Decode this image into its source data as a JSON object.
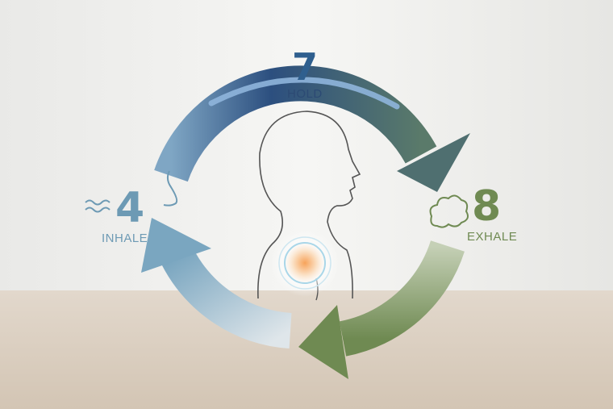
{
  "phases": [
    {
      "key": "hold",
      "count": "7",
      "label": "HOLD",
      "color": "#2f5f8e",
      "icon": "none"
    },
    {
      "key": "inhale",
      "count": "4",
      "label": "INHALE",
      "color": "#6d9ab4",
      "icon": "wave-icon"
    },
    {
      "key": "exhale",
      "count": "8",
      "label": "EXHALE",
      "color": "#6f8a52",
      "icon": "cloud-icon"
    }
  ],
  "colors": {
    "hold_arrow": "#2c4f7f",
    "inhale_arrow": "#7aa6c0",
    "exhale_arrow": "#738f5a",
    "table": "#d9cdbf"
  }
}
